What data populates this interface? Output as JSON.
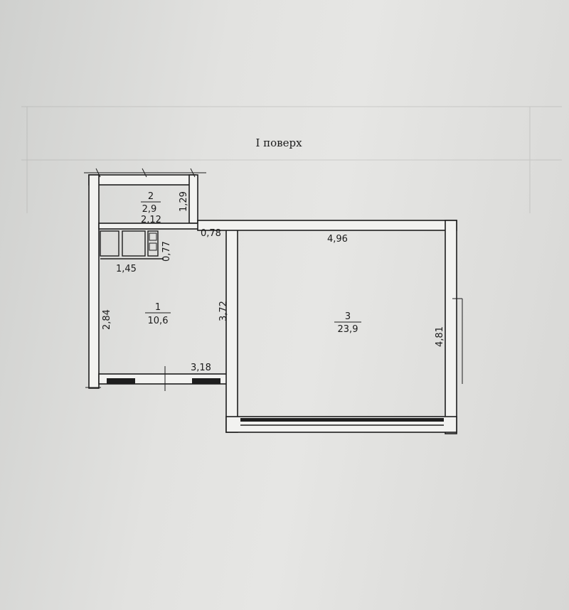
{
  "floor_title": "I поверх",
  "rooms": [
    {
      "number": "1",
      "area": "10,6"
    },
    {
      "number": "2",
      "area": "2,9"
    },
    {
      "number": "3",
      "area": "23,9"
    }
  ],
  "dimensions": {
    "room2_width": "2,12",
    "room2_depth": "1,29",
    "step_offset": "0,78",
    "bath_depth": "0,77",
    "bath_width": "1,45",
    "room1_height": "2,84",
    "room1_inner": "3,72",
    "room1_width": "3,18",
    "room3_width": "4,96",
    "room3_depth": "4,81"
  }
}
